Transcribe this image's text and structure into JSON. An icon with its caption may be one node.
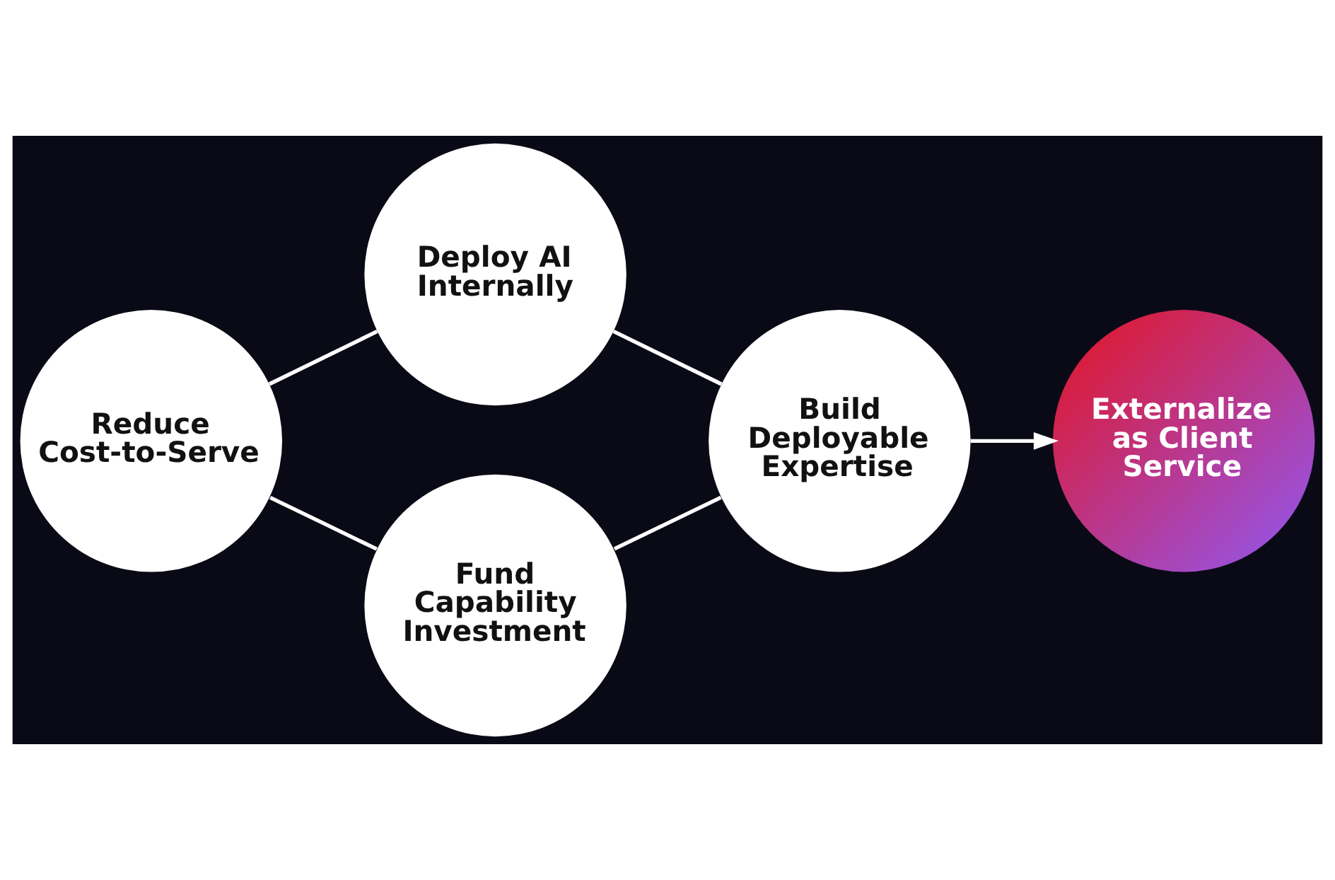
{
  "diagram": {
    "nodes": [
      {
        "text": [
          "Deploy AI Internally"
        ]
      },
      {
        "text": [
          "Reduce Cost-to-Serve"
        ]
      },
      {
        "text": [
          "Build Deployable Expertise"
        ]
      },
      {
        "text": [
          "Fund Capability Investment"
        ]
      },
      {
        "text": [
          "Externalize as Client Service"
        ]
      }
    ],
    "edges": [
      {
        "from": 1,
        "to": 0,
        "arrow": "none"
      },
      {
        "from": 0,
        "to": 2,
        "arrow": "none"
      },
      {
        "from": 1,
        "to": 3,
        "arrow": "none"
      },
      {
        "from": 3,
        "to": 2,
        "arrow": "none"
      },
      {
        "from": 2,
        "to": 4,
        "arrow": "to"
      }
    ]
  }
}
